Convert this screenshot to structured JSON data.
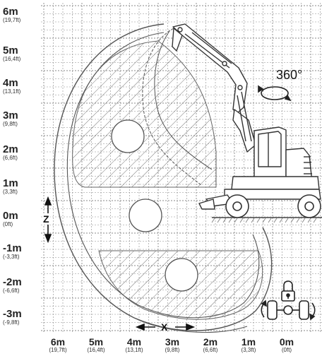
{
  "y_axis": [
    {
      "m": "6m",
      "ft": "(19,7ft)"
    },
    {
      "m": "5m",
      "ft": "(16,4ft)"
    },
    {
      "m": "4m",
      "ft": "(13,1ft)"
    },
    {
      "m": "3m",
      "ft": "(9,8ft)"
    },
    {
      "m": "2m",
      "ft": "(6,6ft)"
    },
    {
      "m": "1m",
      "ft": "(3,3ft)"
    },
    {
      "m": "0m",
      "ft": "(0ft)"
    },
    {
      "m": "-1m",
      "ft": "(-3,3ft)"
    },
    {
      "m": "-2m",
      "ft": "(-6,6ft)"
    },
    {
      "m": "-3m",
      "ft": "(-9,8ft)"
    }
  ],
  "x_axis": [
    {
      "m": "6m",
      "ft": "(19,7ft)"
    },
    {
      "m": "5m",
      "ft": "(16,4ft)"
    },
    {
      "m": "4m",
      "ft": "(13,1ft)"
    },
    {
      "m": "3m",
      "ft": "(9,8ft)"
    },
    {
      "m": "2m",
      "ft": "(6,6ft)"
    },
    {
      "m": "1m",
      "ft": "(3,3ft)"
    },
    {
      "m": "0m",
      "ft": "(0ft)"
    }
  ],
  "rotation_label": "360°",
  "z_label": "Z",
  "x_label": "X",
  "icons": {
    "rotation": "rotation-arrow-icon",
    "lock": "padlock-icon",
    "axle": "axle-oscillation-icon"
  },
  "colors": {
    "line": "#555555",
    "grid": "#8a8a8a",
    "hatch": "#777777"
  }
}
